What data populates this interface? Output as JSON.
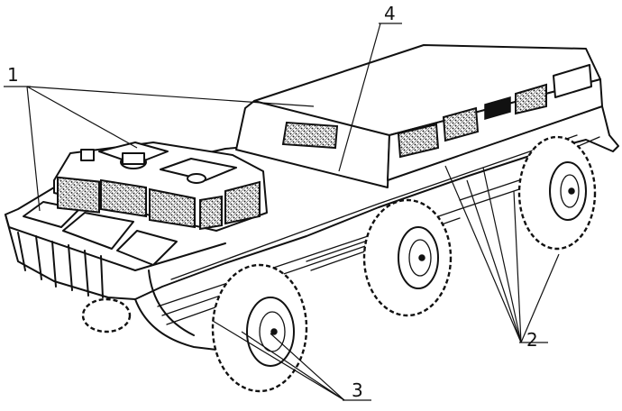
{
  "diagram": {
    "labels": [
      {
        "id": "1",
        "text": "1"
      },
      {
        "id": "2",
        "text": "2"
      },
      {
        "id": "3",
        "text": "3"
      },
      {
        "id": "4",
        "text": "4"
      }
    ],
    "colors": {
      "ink": "#111111",
      "paper": "#ffffff"
    }
  }
}
